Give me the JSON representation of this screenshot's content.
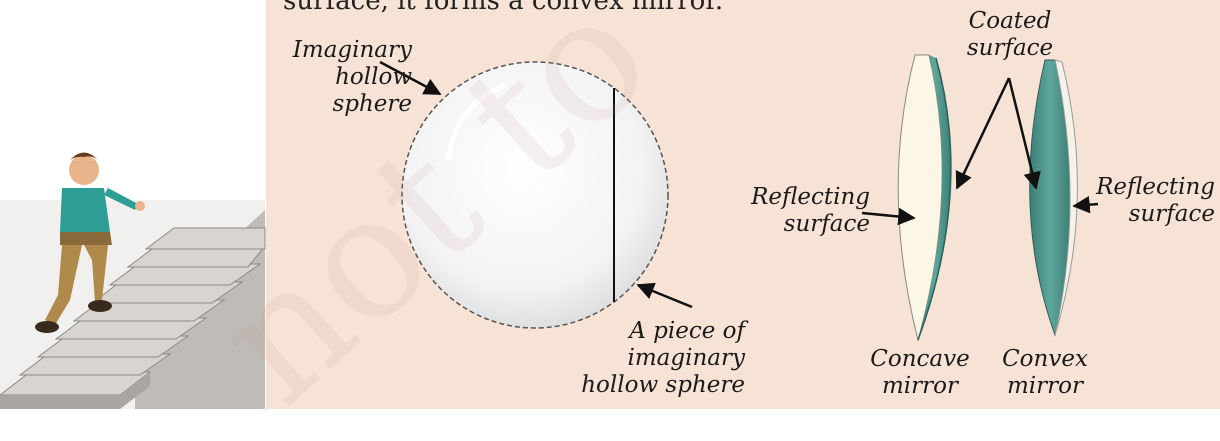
{
  "heading_fragment": "surface, it forms a convex mirror.",
  "watermark": "not to",
  "labels": {
    "imaginary_sphere": [
      "Imaginary",
      "hollow",
      "sphere"
    ],
    "piece_of_sphere": [
      "A piece of",
      "imaginary",
      "hollow sphere"
    ],
    "coated_surface": [
      "Coated",
      "surface"
    ],
    "reflecting_left": [
      "Reflecting",
      "surface"
    ],
    "reflecting_right": [
      "Reflecting",
      "surface"
    ],
    "concave": [
      "Concave",
      "mirror"
    ],
    "convex": [
      "Convex",
      "mirror"
    ]
  },
  "colors": {
    "background_panel": "#f6e3d6",
    "sphere_fill": "#f4f4f4",
    "coating_green": "#4f9a8f",
    "wall": "#e4d9cd"
  }
}
